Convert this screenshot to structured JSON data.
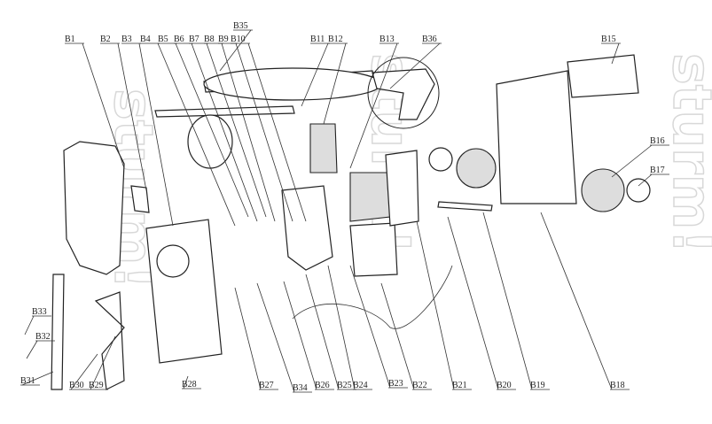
{
  "diagram": {
    "title_hidden": false,
    "labels": [
      "B1",
      "B2",
      "B3",
      "B4",
      "B5",
      "B6",
      "B7",
      "B8",
      "B9",
      "B10",
      "B35",
      "B11",
      "B12",
      "B13",
      "B36",
      "B15",
      "B16",
      "B17",
      "B33",
      "B32",
      "B31",
      "B30",
      "B29",
      "B28",
      "B27",
      "B34",
      "B26",
      "B25",
      "B24",
      "B23",
      "B22",
      "B21",
      "B20",
      "B19",
      "B18"
    ],
    "watermark": "sturm!"
  }
}
